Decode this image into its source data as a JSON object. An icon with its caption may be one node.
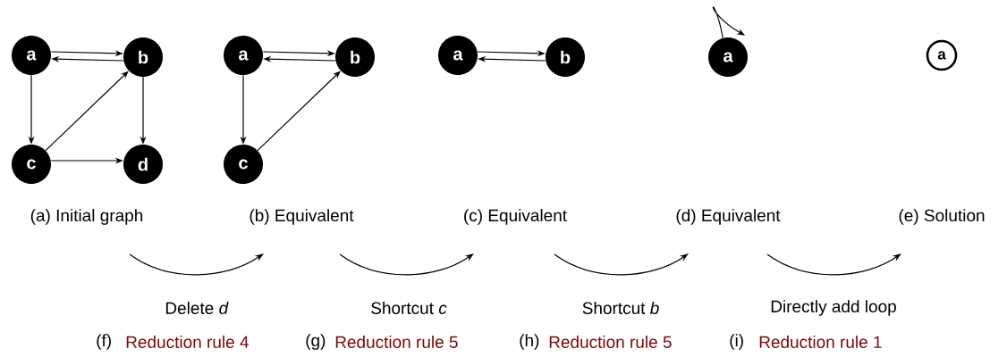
{
  "diagram": {
    "nodes": [
      {
        "text": [
          "a"
        ]
      },
      {
        "text": [
          "b"
        ]
      },
      {
        "text": [
          "c"
        ]
      },
      {
        "text": [
          "d"
        ]
      },
      {
        "text": [
          "a"
        ]
      },
      {
        "text": [
          "b"
        ]
      },
      {
        "text": [
          "c"
        ]
      },
      {
        "text": [
          "a"
        ]
      },
      {
        "text": [
          "b"
        ]
      },
      {
        "text": [
          "a"
        ]
      },
      {
        "text": [
          "a"
        ]
      }
    ],
    "edges": [
      {
        "from": 0,
        "to": 1,
        "arrow": "to"
      },
      {
        "from": 1,
        "to": 0,
        "arrow": "to"
      },
      {
        "from": 0,
        "to": 2,
        "arrow": "to"
      },
      {
        "from": 2,
        "to": 1,
        "arrow": "to"
      },
      {
        "from": 1,
        "to": 3,
        "arrow": "to"
      },
      {
        "from": 2,
        "to": 3,
        "arrow": "to"
      },
      {
        "from": 4,
        "to": 5,
        "arrow": "to"
      },
      {
        "from": 5,
        "to": 4,
        "arrow": "to"
      },
      {
        "from": 4,
        "to": 6,
        "arrow": "to"
      },
      {
        "from": 6,
        "to": 5,
        "arrow": "to"
      },
      {
        "from": 7,
        "to": 8,
        "arrow": "to"
      },
      {
        "from": 8,
        "to": 7,
        "arrow": "to"
      },
      {
        "from": 9,
        "to": 9,
        "arrow": "to"
      }
    ],
    "labels": [
      "(a) Initial graph",
      "(b) Equivalent",
      "(c) Equivalent",
      "(d) Equivalent",
      "(e) Solution",
      "Delete *d*",
      "Shortcut *c*",
      "Shortcut *b*",
      "Directly add loop",
      "(f)",
      "Reduction rule 4",
      "(g)",
      "Reduction rule 5",
      "(h)",
      "Reduction rule 5",
      "(i)",
      "Reduction rule 1"
    ]
  }
}
